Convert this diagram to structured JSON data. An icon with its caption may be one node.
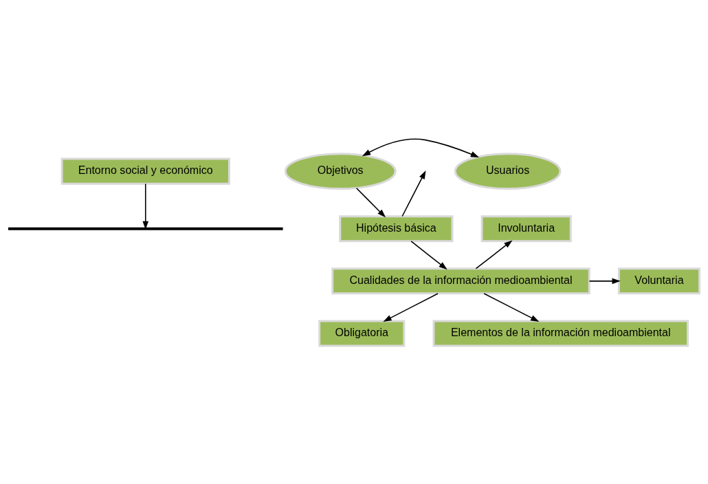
{
  "diagram": {
    "nodes": [
      {
        "text": [
          "Entorno social y económico"
        ]
      },
      {
        "text": [],
        "shape": "bar"
      },
      {
        "text": [
          "Objetivos"
        ]
      },
      {
        "text": [
          "Usuarios"
        ]
      },
      {
        "text": [
          "Hipótesis básica"
        ]
      },
      {
        "text": [
          "Cualidades de la información medioambiental"
        ]
      },
      {
        "text": [
          "Involuntaria"
        ]
      },
      {
        "text": [
          "Voluntaria"
        ]
      },
      {
        "text": [
          "Obligatoria"
        ]
      },
      {
        "text": [
          "Elementos de la información medioambiental"
        ]
      }
    ],
    "edges": [
      {
        "from": 0,
        "to": 1,
        "arrow": "to"
      },
      {
        "from": 2,
        "to": 3,
        "arrow": "both"
      },
      {
        "from": 4,
        "to": null,
        "arrow": "to"
      },
      {
        "from": 2,
        "to": 4,
        "arrow": "to"
      },
      {
        "from": 4,
        "to": 5,
        "arrow": "to"
      },
      {
        "from": 5,
        "to": 6,
        "arrow": "to"
      },
      {
        "from": 5,
        "to": 7,
        "arrow": "to"
      },
      {
        "from": 5,
        "to": 8,
        "arrow": "to"
      },
      {
        "from": 5,
        "to": 9,
        "arrow": "to"
      }
    ]
  }
}
